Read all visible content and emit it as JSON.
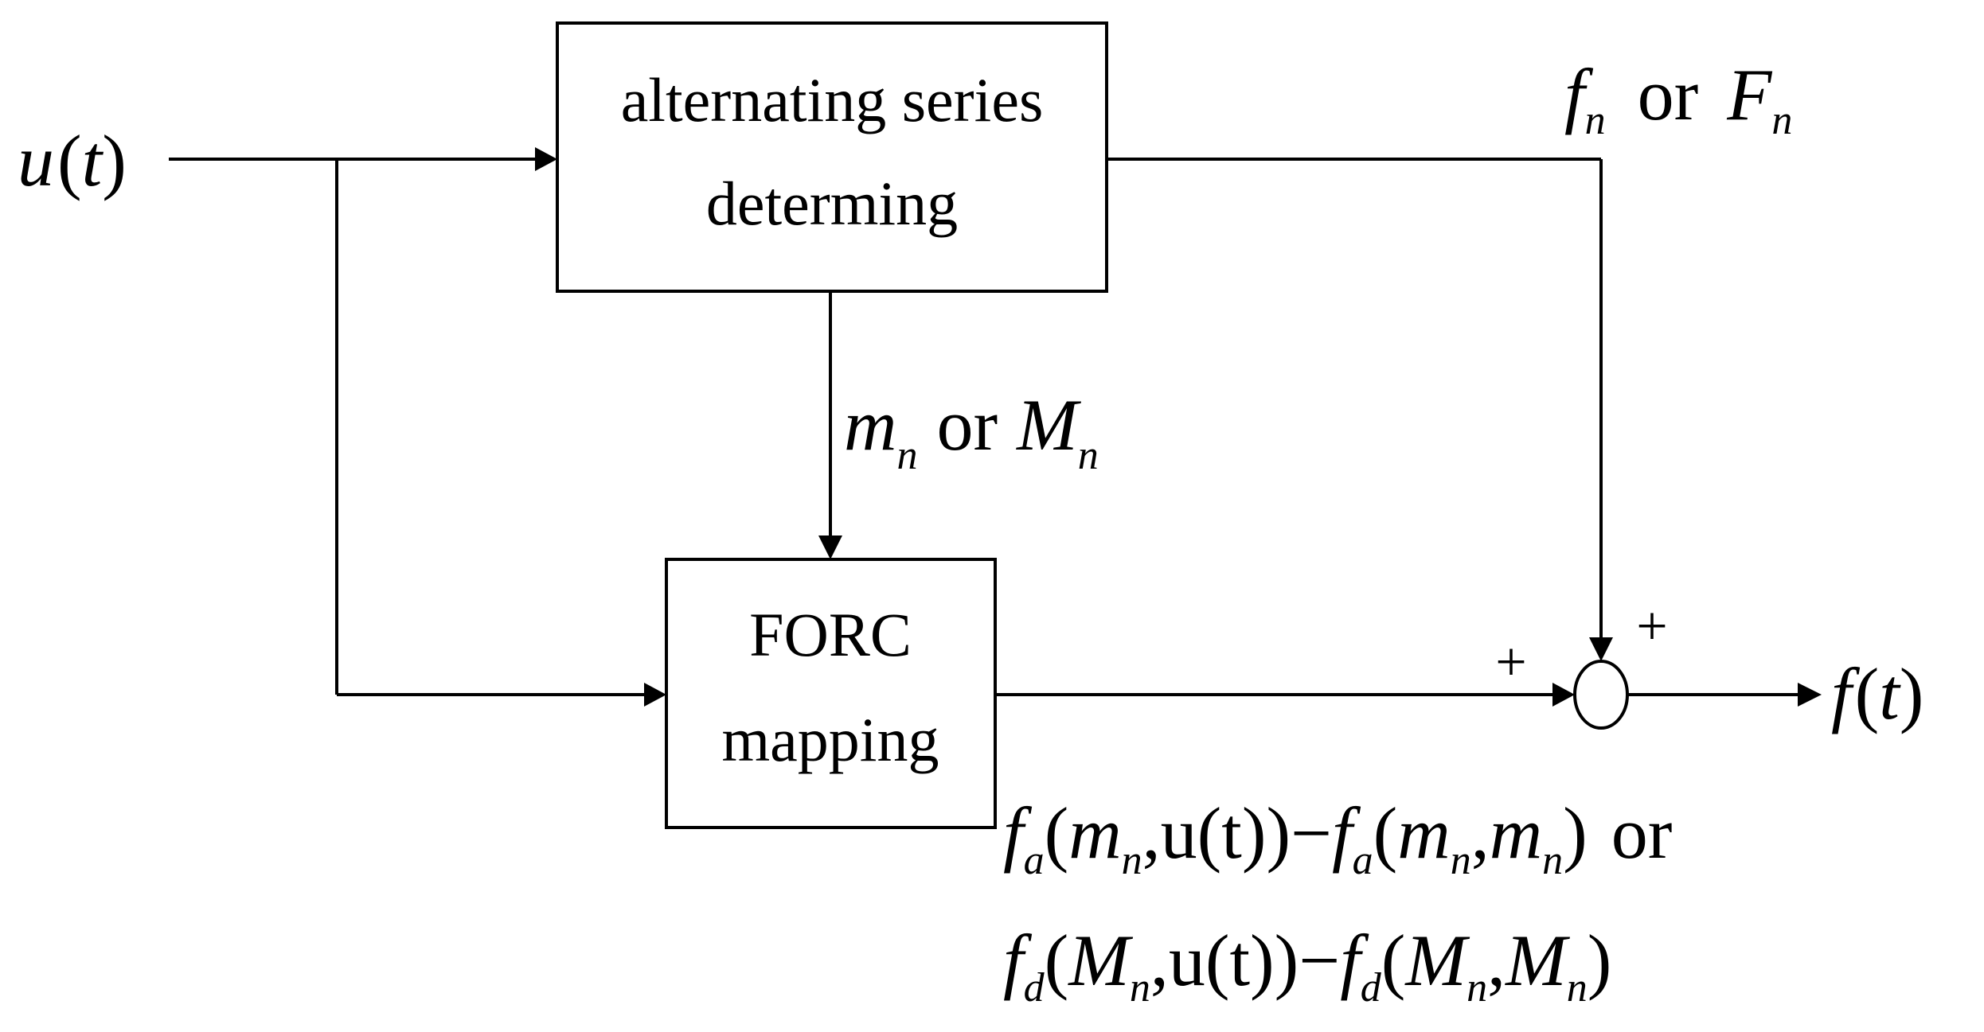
{
  "input": {
    "fn": "u",
    "arg": "t"
  },
  "output": {
    "fn": "f",
    "arg": "t"
  },
  "blocks": {
    "alternating": {
      "line1": "alternating series",
      "line2": "determing"
    },
    "forc": {
      "line1": "FORC",
      "line2": "mapping"
    }
  },
  "signals": {
    "series_out": {
      "a": "f",
      "a_sub": "n",
      "or": "or",
      "b": "F",
      "b_sub": "n"
    },
    "extremum": {
      "a": "m",
      "a_sub": "n",
      "or": "or",
      "b": "M",
      "b_sub": "n"
    }
  },
  "summing": {
    "sign_left": "+",
    "sign_top": "+"
  },
  "mapping_output": {
    "ascending": {
      "f": "f",
      "f_sub": "a",
      "open": "(",
      "m": "m",
      "m_sub": "n",
      "mid": ",u(t))",
      "minus": "−",
      "f2": "f",
      "f2_sub": "a",
      "open2": "(",
      "m2": "m",
      "m2_sub": "n",
      "comma": ",",
      "m3": "m",
      "m3_sub": "n",
      "close": ")",
      "or": "or"
    },
    "descending": {
      "f": "f",
      "f_sub": "d",
      "open": "(",
      "m": "M",
      "m_sub": "n",
      "mid": ",u(t))",
      "minus": "−",
      "f2": "f",
      "f2_sub": "d",
      "open2": "(",
      "m2": "M",
      "m2_sub": "n",
      "comma": ",",
      "m3": "M",
      "m3_sub": "n",
      "close": ")"
    }
  }
}
